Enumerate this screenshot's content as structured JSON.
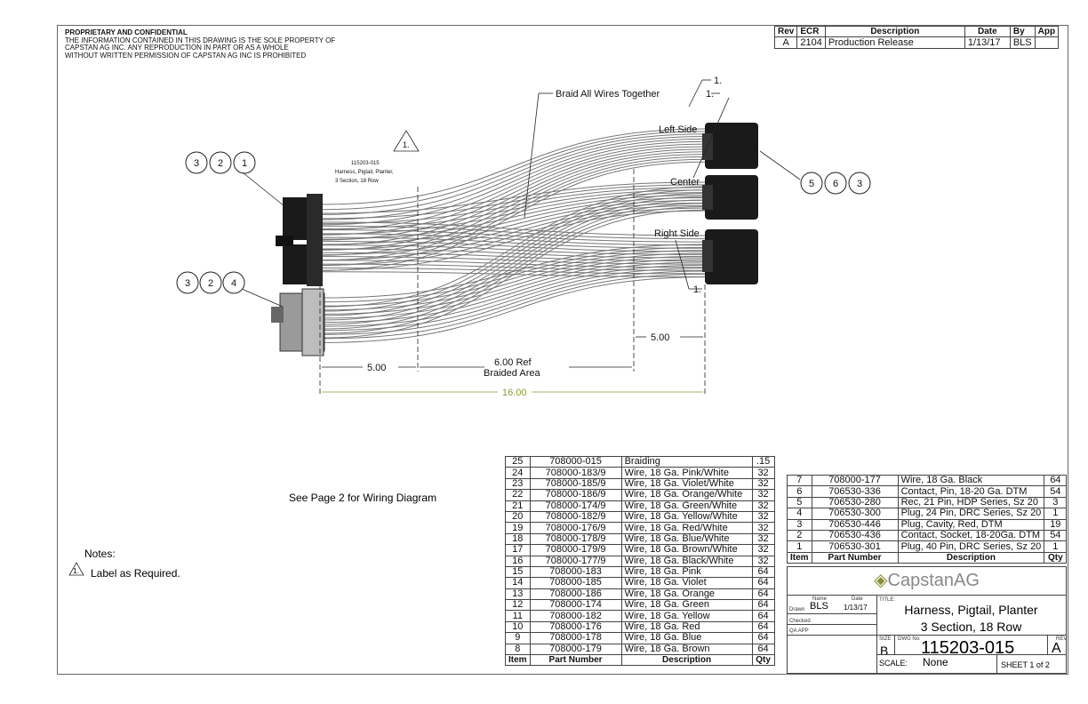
{
  "header": {
    "line1": "PROPRIETARY AND CONFIDENTIAL",
    "line2": "THE INFORMATION CONTAINED IN THIS DRAWING IS THE SOLE PROPERTY OF",
    "line3": "CAPSTAN AG INC. ANY REPRODUCTION IN PART OR AS A WHOLE",
    "line4": "WITHOUT WRITTEN PERMISSION OF CAPSTAN AG INC IS PROHIBITED"
  },
  "revisions": {
    "headers": [
      "Rev",
      "ECR",
      "Description",
      "Date",
      "By",
      "App"
    ],
    "rows": [
      [
        "A",
        "2104",
        "Production Release",
        "1/13/17",
        "BLS",
        ""
      ]
    ]
  },
  "drawing": {
    "braid_label": "Braid All Wires Together",
    "left_side": "Left Side",
    "center": "Center",
    "right_side": "Right Side",
    "note_flag": "1.",
    "callout_1a": "1.",
    "callout_1b": "1.",
    "callout_1c": "1.",
    "part_note": [
      "115203-015",
      "Harness, Pigtail, Planter,",
      "3 Section, 18 Row"
    ],
    "balloons_a": [
      "3",
      "2",
      "1"
    ],
    "balloons_b": [
      "3",
      "2",
      "4"
    ],
    "balloons_c": [
      "5",
      "6",
      "3"
    ],
    "dim_left": "5.00",
    "dim_mid": "6.00 Ref",
    "dim_mid2": "Braided Area",
    "dim_right": "5.00",
    "dim_total": "16.00"
  },
  "see_page": "See Page 2 for Wiring Diagram",
  "notes": {
    "title": "Notes:",
    "flag": "1.",
    "item1": "Label as Required."
  },
  "bom_left": {
    "headers": [
      "Item",
      "Part Number",
      "Description",
      "Qty"
    ],
    "rows": [
      [
        "25",
        "708000-015",
        "Braiding",
        ".15"
      ],
      [
        "24",
        "708000-183/9",
        "Wire, 18 Ga. Pink/White",
        "32"
      ],
      [
        "23",
        "708000-185/9",
        "Wire, 18 Ga. Violet/White",
        "32"
      ],
      [
        "22",
        "708000-186/9",
        "Wire, 18 Ga. Orange/White",
        "32"
      ],
      [
        "21",
        "708000-174/9",
        "Wire, 18 Ga. Green/White",
        "32"
      ],
      [
        "20",
        "708000-182/9",
        "Wire, 18 Ga. Yellow/White",
        "32"
      ],
      [
        "19",
        "708000-176/9",
        "Wire, 18 Ga. Red/White",
        "32"
      ],
      [
        "18",
        "708000-178/9",
        "Wire, 18 Ga. Blue/White",
        "32"
      ],
      [
        "17",
        "708000-179/9",
        "Wire, 18 Ga. Brown/White",
        "32"
      ],
      [
        "16",
        "708000-177/9",
        "Wire, 18 Ga. Black/White",
        "32"
      ],
      [
        "15",
        "708000-183",
        "Wire, 18 Ga. Pink",
        "64"
      ],
      [
        "14",
        "708000-185",
        "Wire, 18 Ga. Violet",
        "64"
      ],
      [
        "13",
        "708000-186",
        "Wire, 18 Ga. Orange",
        "64"
      ],
      [
        "12",
        "708000-174",
        "Wire, 18 Ga. Green",
        "64"
      ],
      [
        "11",
        "708000-182",
        "Wire, 18 Ga. Yellow",
        "64"
      ],
      [
        "10",
        "708000-176",
        "Wire, 18 Ga. Red",
        "64"
      ],
      [
        "9",
        "708000-178",
        "Wire, 18 Ga. Blue",
        "64"
      ],
      [
        "8",
        "708000-179",
        "Wire, 18 Ga. Brown",
        "64"
      ]
    ]
  },
  "bom_right": {
    "headers": [
      "Item",
      "Part Number",
      "Description",
      "Qty"
    ],
    "rows": [
      [
        "7",
        "708000-177",
        "Wire, 18 Ga. Black",
        "64"
      ],
      [
        "6",
        "706530-336",
        "Contact, Pin, 18-20 Ga. DTM",
        "54"
      ],
      [
        "5",
        "706530-280",
        "Rec, 21 Pin, HDP Series, Sz 20",
        "3"
      ],
      [
        "4",
        "706530-300",
        "Plug, 24 Pin, DRC Series, Sz 20",
        "1"
      ],
      [
        "3",
        "706530-446",
        "Plug, Cavity, Red, DTM",
        "19"
      ],
      [
        "2",
        "706530-436",
        "Contact, Socket, 18-20Ga. DTM",
        "54"
      ],
      [
        "1",
        "706530-301",
        "Plug, 40 Pin, DRC Series, Sz 20",
        "1"
      ]
    ]
  },
  "title_block": {
    "logo": "CapstanAG",
    "name_hdr": "Name",
    "date_hdr": "Date",
    "drawn": "Drawn",
    "drawn_name": "BLS",
    "drawn_date": "1/13/17",
    "checked": "Checked",
    "qa": "QA APP",
    "title_lbl": "TITLE:",
    "title1": "Harness, Pigtail, Planter",
    "title2": "3 Section, 18 Row",
    "size_lbl": "SIZE",
    "size": "B",
    "dwg_lbl": "DWG No:",
    "dwg": "115203-015",
    "rev_lbl": "REV",
    "rev": "A",
    "scale_lbl": "SCALE:",
    "scale": "None",
    "sheet": "SHEET 1 of 2"
  },
  "colors": {
    "dim_total": "#8f9a2e",
    "logo": "#8a8f3a"
  }
}
